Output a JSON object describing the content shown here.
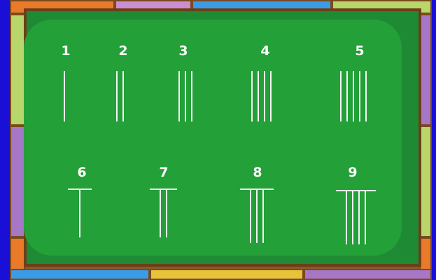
{
  "numerals": [
    {
      "label": "1",
      "value": 1
    },
    {
      "label": "2",
      "value": 2
    },
    {
      "label": "3",
      "value": 3
    },
    {
      "label": "4",
      "value": 4
    },
    {
      "label": "5",
      "value": 5
    },
    {
      "label": "6",
      "value": 6
    },
    {
      "label": "7",
      "value": 7
    },
    {
      "label": "8",
      "value": 8
    },
    {
      "label": "9",
      "value": 9
    }
  ],
  "colors": {
    "background": "#1a0fd6",
    "board": "#23a038",
    "chalk": "#f4f4f4"
  }
}
